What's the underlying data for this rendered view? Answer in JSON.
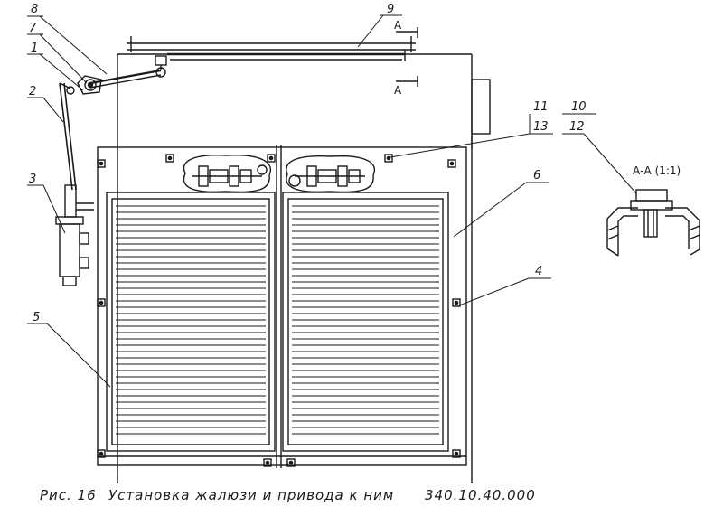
{
  "labels": {
    "n1": "1",
    "n2": "2",
    "n3": "3",
    "n4": "4",
    "n5": "5",
    "n6": "6",
    "n7": "7",
    "n8": "8",
    "n9": "9",
    "n10": "10",
    "n11": "11",
    "n12": "12",
    "n13": "13"
  },
  "section": {
    "marker_top": "A",
    "marker_bottom": "A",
    "title": "А-А (1:1)"
  },
  "caption": {
    "fig": "Рис. 16",
    "text": "Установка жалюзи и привода к ним",
    "code": "340.10.40.000"
  },
  "colors": {
    "ink": "#1a1a1a",
    "paper": "#ffffff"
  }
}
